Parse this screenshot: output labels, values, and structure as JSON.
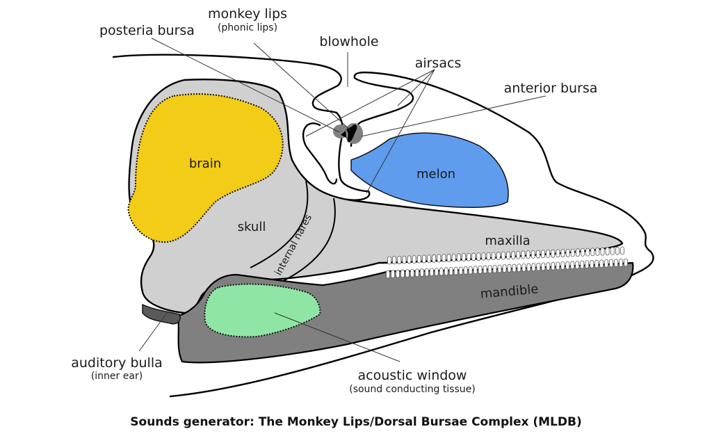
{
  "title": "Sounds generator: The Monkey Lips/Dorsal Bursae Complex (MLDB)",
  "labels": {
    "posteria_bursa": "posteria bursa",
    "monkey_lips": "monkey lips",
    "monkey_lips_sub": "(phonic lips)",
    "blowhole": "blowhole",
    "airsacs": "airsacs",
    "anterior_bursa": "anterior bursa",
    "brain": "brain",
    "melon": "melon",
    "skull": "skull",
    "internal_nares": "internal nares",
    "maxilla": "maxilla",
    "mandible": "mandible",
    "auditory_bulla": "auditory bulla",
    "auditory_bulla_sub": "(inner ear)",
    "acoustic_window": "acoustic window",
    "acoustic_window_sub": "(sound conducting tissue)"
  },
  "colors": {
    "skull": "#d0d0d0",
    "brain": "#f2cc17",
    "melon": "#5f9ced",
    "mandible": "#808080",
    "acoustic_window": "#8fe6a4",
    "auditory_bulla": "#5a5a5a",
    "bursa": "#7f7f7f"
  }
}
